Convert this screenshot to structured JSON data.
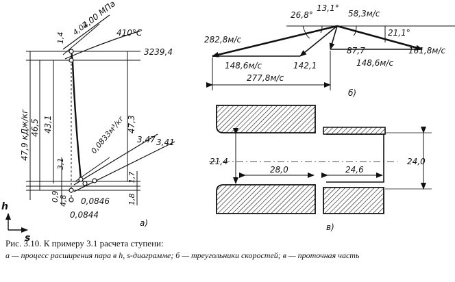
{
  "diagram_a": {
    "letter": "а)",
    "axis_h": "h",
    "axis_s": "s",
    "pressure_top": "4,00 МПа",
    "pressure_mid": "4,02",
    "value_14": "1,4",
    "temp": "410°C",
    "enthalpy": "3239,4",
    "dim_left_outer": "47,9 кДж/кг",
    "dim_left_mid": "46,5",
    "dim_inner": "43,1",
    "dim_right": "47,3",
    "specific_volume": "0,0833м³/кг",
    "p_347": "3,47",
    "p_341": "3,41",
    "d_31": "3,1",
    "d_17": "1,7",
    "d_18": "1,8",
    "d_48": "4,8",
    "d_09": "0,9",
    "v_0846": "0,0846",
    "v_0844": "0,0844"
  },
  "diagram_b": {
    "letter": "б)",
    "angle_268": "26,8°",
    "angle_131": "13,1°",
    "velocity_583": "58,3м/с",
    "angle_211": "21,1°",
    "velocity_2828": "282,8м/с",
    "velocity_1486a": "148,6м/с",
    "value_1421": "142,1",
    "value_877": "87,7",
    "velocity_1486b": "148,6м/с",
    "velocity_1618": "161,8м/с",
    "dim_2778": "277,8м/с"
  },
  "diagram_c": {
    "letter": "в)",
    "height_left": "21,4",
    "width_left": "28,0",
    "width_right": "24,6",
    "height_right": "24,0"
  },
  "caption": {
    "title": "Рис. 3.10. К примеру 3.1 расчета ступени:",
    "text": "а — процесс расширения пара в h, s-диаграмме; б — треугольники скоростей; в — проточная часть"
  }
}
